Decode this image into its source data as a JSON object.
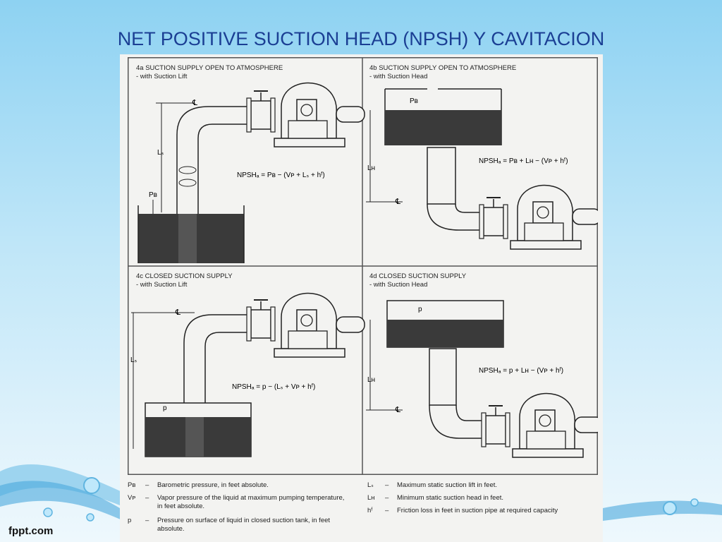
{
  "title": "NET POSITIVE SUCTION HEAD (NPSH) Y CAVITACION",
  "footer_logo": "fppt.com",
  "panels": [
    {
      "id": "4a",
      "heading": "4a SUCTION SUPPLY OPEN TO ATMOSPHERE",
      "sub": "- with Suction Lift",
      "formula": "NPSHₐ = Pʙ − (Vᴘ + Lₛ + hᶠ)",
      "labels": {
        "cl": "℄",
        "ls": "Lₛ",
        "pb": "Pʙ"
      }
    },
    {
      "id": "4b",
      "heading": "4b SUCTION SUPPLY OPEN TO ATMOSPHERE",
      "sub": "- with Suction Head",
      "formula": "NPSHₐ = Pʙ + Lʜ − (Vᴘ + hᶠ)",
      "labels": {
        "cl": "℄",
        "lh": "Lʜ",
        "pb": "Pʙ"
      }
    },
    {
      "id": "4c",
      "heading": "4c CLOSED SUCTION SUPPLY",
      "sub": "- with Suction Lift",
      "formula": "NPSHₐ = p − (Lₛ + Vᴘ + hᶠ)",
      "labels": {
        "cl": "℄",
        "ls": "Lₛ",
        "p": "p"
      }
    },
    {
      "id": "4d",
      "heading": "4d CLOSED SUCTION SUPPLY",
      "sub": "- with Suction Head",
      "formula": "NPSHₐ = p + Lʜ − (Vᴘ + hᶠ)",
      "labels": {
        "cl": "℄",
        "lh": "Lʜ",
        "p": "p"
      }
    }
  ],
  "legend": [
    {
      "symbol": "Pʙ",
      "dash": "–",
      "text": "Barometric pressure, in feet absolute."
    },
    {
      "symbol": "Vᴘ",
      "dash": "–",
      "text": "Vapor pressure of the liquid at maximum pumping temperature, in feet absolute."
    },
    {
      "symbol": "p",
      "dash": "–",
      "text": "Pressure on surface of liquid in closed suction tank, in feet absolute."
    },
    {
      "symbol": "Lₛ",
      "dash": "–",
      "text": "Maximum static suction lift in feet."
    },
    {
      "symbol": "Lʜ",
      "dash": "–",
      "text": "Minimum static suction head in feet."
    },
    {
      "symbol": "hᶠ",
      "dash": "–",
      "text": "Friction loss in feet in suction pipe at required capacity"
    }
  ],
  "colors": {
    "title": "#1b3f94",
    "liquid": "#3a3a3a",
    "line": "#222222"
  }
}
